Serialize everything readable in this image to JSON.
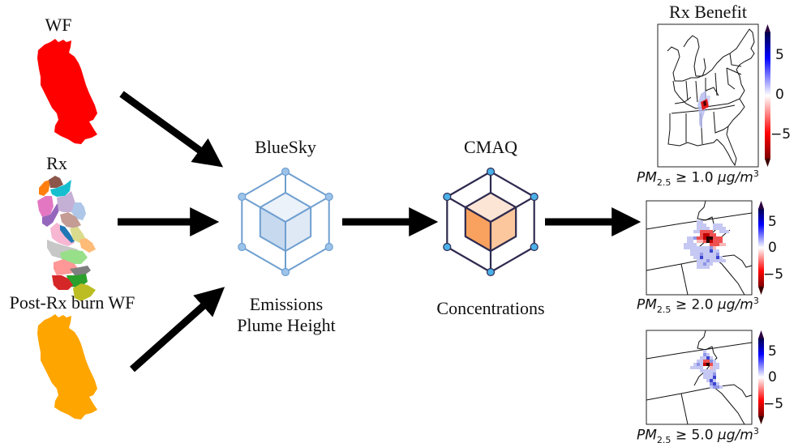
{
  "inputs": {
    "wf": {
      "label": "WF",
      "color": "#ff0000"
    },
    "rx": {
      "label": "Rx",
      "colors": [
        "#ff7f0e",
        "#8c564b",
        "#17becf",
        "#e377c2",
        "#9467bd",
        "#c5b0d5",
        "#aec7e8",
        "#c49c94",
        "#1f77b4",
        "#f7b6d2",
        "#dbdb8d",
        "#c7c7c7",
        "#ffbb78",
        "#98df8a",
        "#ff9896",
        "#7f7f7f",
        "#2ca02c",
        "#d62728",
        "#bcbd22"
      ]
    },
    "post_rx": {
      "label": "Post-Rx burn WF",
      "color": "#ffa500"
    }
  },
  "bluesky": {
    "title": "BlueSky",
    "outputs_line1": "Emissions",
    "outputs_line2": "Plume Height",
    "stroke": "#6f9fd0",
    "node": "#9cc3ea",
    "cube_left": "#c6d9ee",
    "cube_right": "#dfe9f5",
    "cube_top": "#ecf2fa"
  },
  "cmaq": {
    "title": "CMAQ",
    "output": "Concentrations",
    "stroke": "#2e2a4f",
    "node": "#4ab0e8",
    "cube_left": "#f9a15e",
    "cube_right": "#fcc79c",
    "cube_top": "#fde5d6"
  },
  "results": {
    "title": "Rx Benefit",
    "colorbar": {
      "ticks": [
        "5",
        "0",
        "−5"
      ],
      "range": [
        -8,
        8
      ],
      "colormap": "seismic_r"
    },
    "panels": [
      {
        "region": "eastern-us",
        "threshold_prefix": "PM",
        "threshold_sub": "2.5",
        "threshold_value": " ≥ 1.0 ",
        "unit_mu": "μg/m",
        "unit_sup": "3"
      },
      {
        "region": "southern-appalachians",
        "threshold_prefix": "PM",
        "threshold_sub": "2.5",
        "threshold_value": " ≥ 2.0 ",
        "unit_mu": "μg/m",
        "unit_sup": "3"
      },
      {
        "region": "southern-appalachians",
        "threshold_prefix": "PM",
        "threshold_sub": "2.5",
        "threshold_value": " ≥ 5.0 ",
        "unit_mu": "μg/m",
        "unit_sup": "3"
      }
    ]
  },
  "arrow_color": "#000000"
}
